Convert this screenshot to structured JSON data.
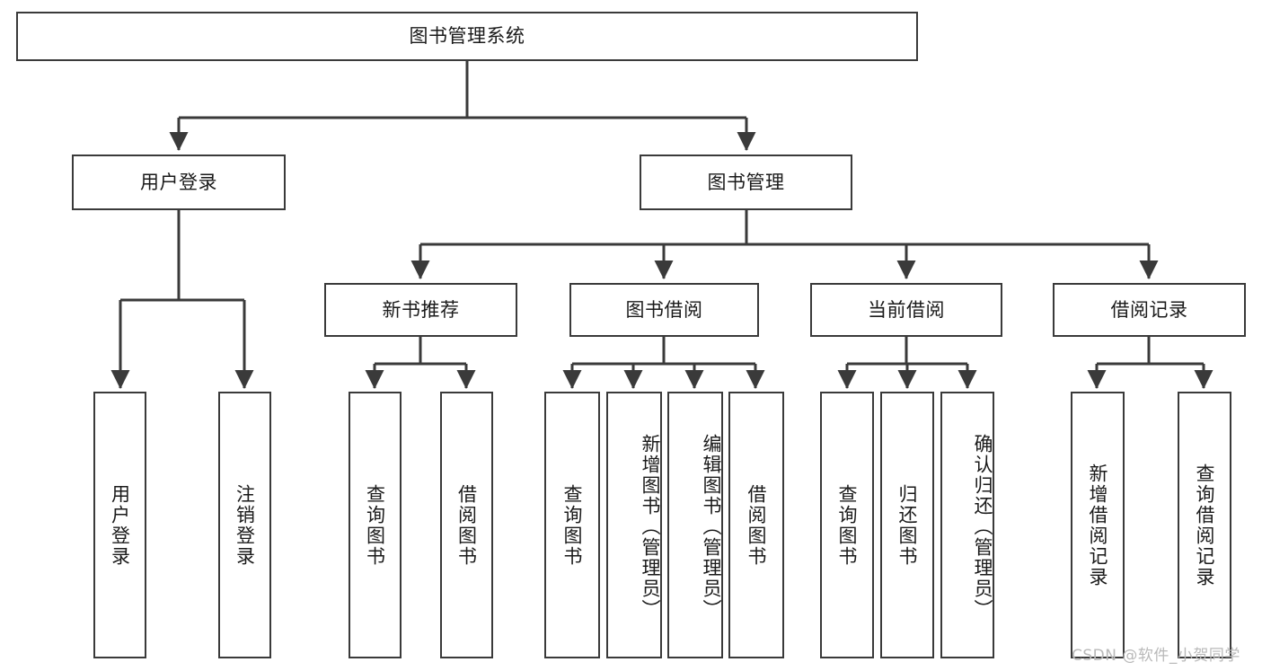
{
  "diagram": {
    "title": "图书管理系统",
    "type": "tree-hierarchy-diagram",
    "root": {
      "id": "root",
      "label": "图书管理系统"
    },
    "level1": [
      {
        "id": "user-login",
        "label": "用户登录"
      },
      {
        "id": "book-manage",
        "label": "图书管理"
      }
    ],
    "level2": [
      {
        "id": "new-book-recommend",
        "label": "新书推荐",
        "parent": "book-manage"
      },
      {
        "id": "book-borrow",
        "label": "图书借阅",
        "parent": "book-manage"
      },
      {
        "id": "current-borrow",
        "label": "当前借阅",
        "parent": "book-manage"
      },
      {
        "id": "borrow-record",
        "label": "借阅记录",
        "parent": "book-manage"
      }
    ],
    "leaves": [
      {
        "id": "leaf-user-login",
        "label": "用户登录",
        "parent": "user-login"
      },
      {
        "id": "leaf-logout-login",
        "label": "注销登录",
        "parent": "user-login"
      },
      {
        "id": "leaf-query-book-1",
        "label": "查询图书",
        "parent": "new-book-recommend"
      },
      {
        "id": "leaf-borrow-book-1",
        "label": "借阅图书",
        "parent": "new-book-recommend"
      },
      {
        "id": "leaf-query-book-2",
        "label": "查询图书",
        "parent": "book-borrow"
      },
      {
        "id": "leaf-add-book",
        "label": "新增图书（管理员）",
        "parent": "book-borrow"
      },
      {
        "id": "leaf-edit-book",
        "label": "编辑图书（管理员）",
        "parent": "book-borrow"
      },
      {
        "id": "leaf-borrow-book-2",
        "label": "借阅图书",
        "parent": "book-borrow"
      },
      {
        "id": "leaf-query-book-3",
        "label": "查询图书",
        "parent": "current-borrow"
      },
      {
        "id": "leaf-return-book",
        "label": "归还图书",
        "parent": "current-borrow"
      },
      {
        "id": "leaf-confirm-return",
        "label": "确认归还（管理员）",
        "parent": "current-borrow"
      },
      {
        "id": "leaf-add-record",
        "label": "新增借阅记录",
        "parent": "borrow-record"
      },
      {
        "id": "leaf-query-record",
        "label": "查询借阅记录",
        "parent": "borrow-record"
      }
    ],
    "colors": {
      "stroke": "#3a3a3a",
      "fill": "#ffffff",
      "text": "#1a1a1a",
      "watermark": "#b9b9b9"
    }
  },
  "watermark": {
    "text": "CSDN @软件_小贺同学"
  }
}
